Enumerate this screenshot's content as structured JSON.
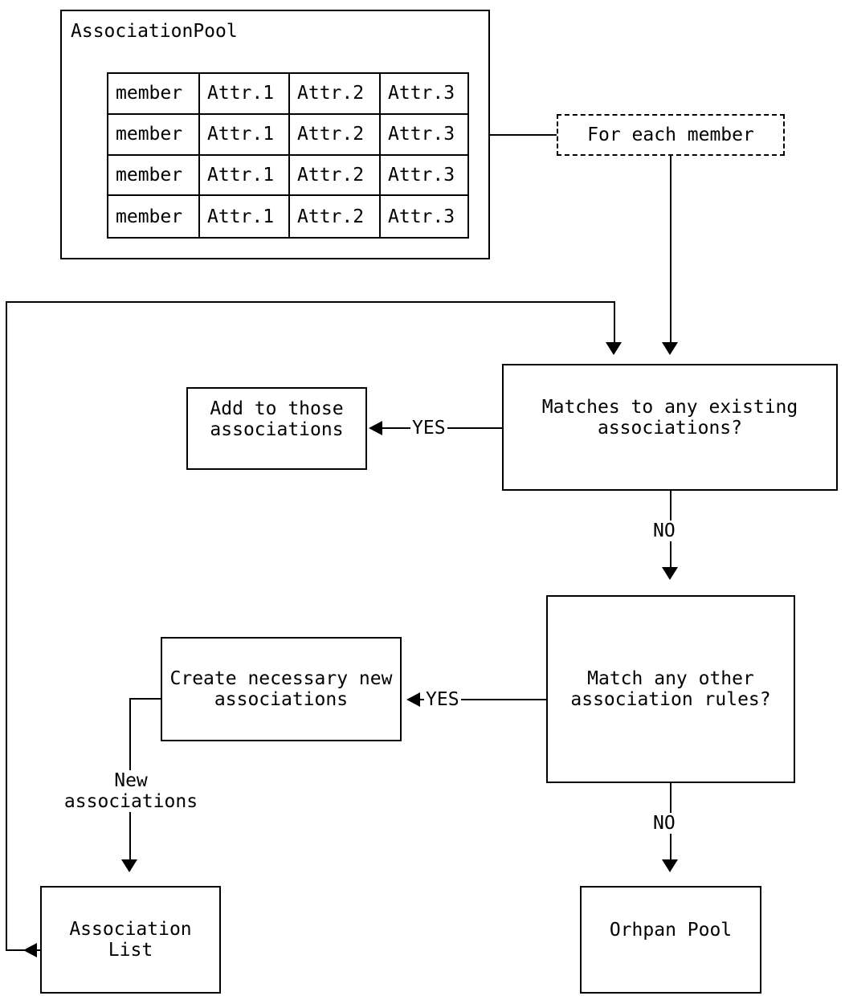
{
  "colors": {
    "line": "#000000",
    "background": "#ffffff",
    "text": "#000000"
  },
  "pool": {
    "title": "AssociationPool",
    "table": {
      "rows": [
        [
          "member",
          "Attr.1",
          "Attr.2",
          "Attr.3"
        ],
        [
          "member",
          "Attr.1",
          "Attr.2",
          "Attr.3"
        ],
        [
          "member",
          "Attr.1",
          "Attr.2",
          "Attr.3"
        ],
        [
          "member",
          "Attr.1",
          "Attr.2",
          "Attr.3"
        ]
      ]
    }
  },
  "for_each": {
    "label": "For each member"
  },
  "decision_existing": {
    "label": "Matches to any existing\nassociations?"
  },
  "action_add": {
    "label": "Add to those\nassociations"
  },
  "decision_rules": {
    "label": "Match any other\nassociation rules?"
  },
  "action_create": {
    "label": "Create necessary new\nassociations"
  },
  "association_list": {
    "label": "Association\nList"
  },
  "orphan_pool": {
    "label": "Orhpan Pool"
  },
  "edges": {
    "yes_existing": "YES",
    "no_existing": "NO",
    "yes_rules": "YES",
    "no_rules": "NO",
    "new_associations": "New\nassociations"
  }
}
